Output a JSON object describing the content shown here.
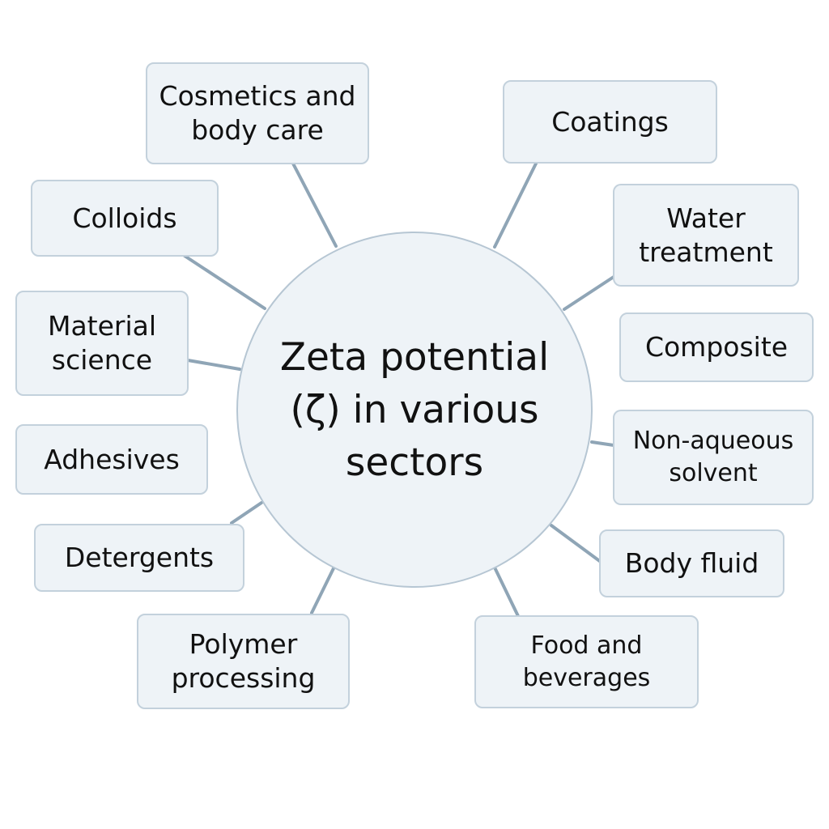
{
  "diagram": {
    "center": {
      "title": "Zeta potential (ζ) in various sectors"
    },
    "nodes": [
      {
        "id": "cosmetics",
        "label": "Cosmetics and body care"
      },
      {
        "id": "coatings",
        "label": "Coatings"
      },
      {
        "id": "colloids",
        "label": "Colloids"
      },
      {
        "id": "water-treatment",
        "label": "Water treatment"
      },
      {
        "id": "material-science",
        "label": "Material science"
      },
      {
        "id": "composite",
        "label": "Composite"
      },
      {
        "id": "adhesives",
        "label": "Adhesives"
      },
      {
        "id": "non-aqueous-solvent",
        "label": "Non-aqueous solvent"
      },
      {
        "id": "detergents",
        "label": "Detergents"
      },
      {
        "id": "body-fluid",
        "label": "Body fluid"
      },
      {
        "id": "polymer-processing",
        "label": "Polymer processing"
      },
      {
        "id": "food-and-beverages",
        "label": "Food and beverages"
      }
    ],
    "colors": {
      "node_fill": "#eef3f7",
      "node_border": "#c3d1dc",
      "connector": "#8fa5b6",
      "text": "#111111"
    }
  }
}
